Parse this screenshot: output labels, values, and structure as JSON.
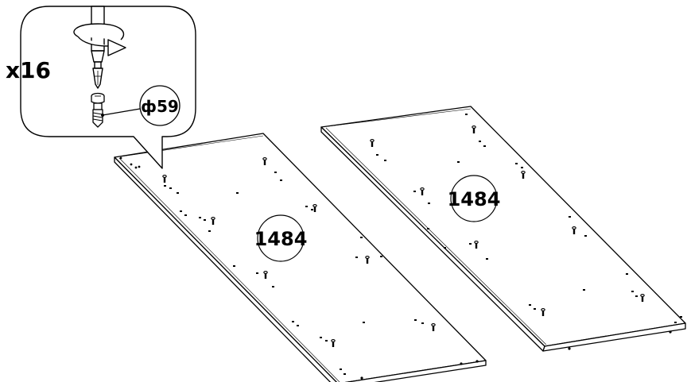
{
  "instruction": {
    "quantity_label": "x16",
    "part_code": "ф59",
    "action": "screw-in"
  },
  "panels": [
    {
      "part_number": "1484"
    },
    {
      "part_number": "1484"
    }
  ],
  "icons": [
    "screwdriver-icon",
    "rotation-arrow-icon",
    "screw-icon"
  ]
}
